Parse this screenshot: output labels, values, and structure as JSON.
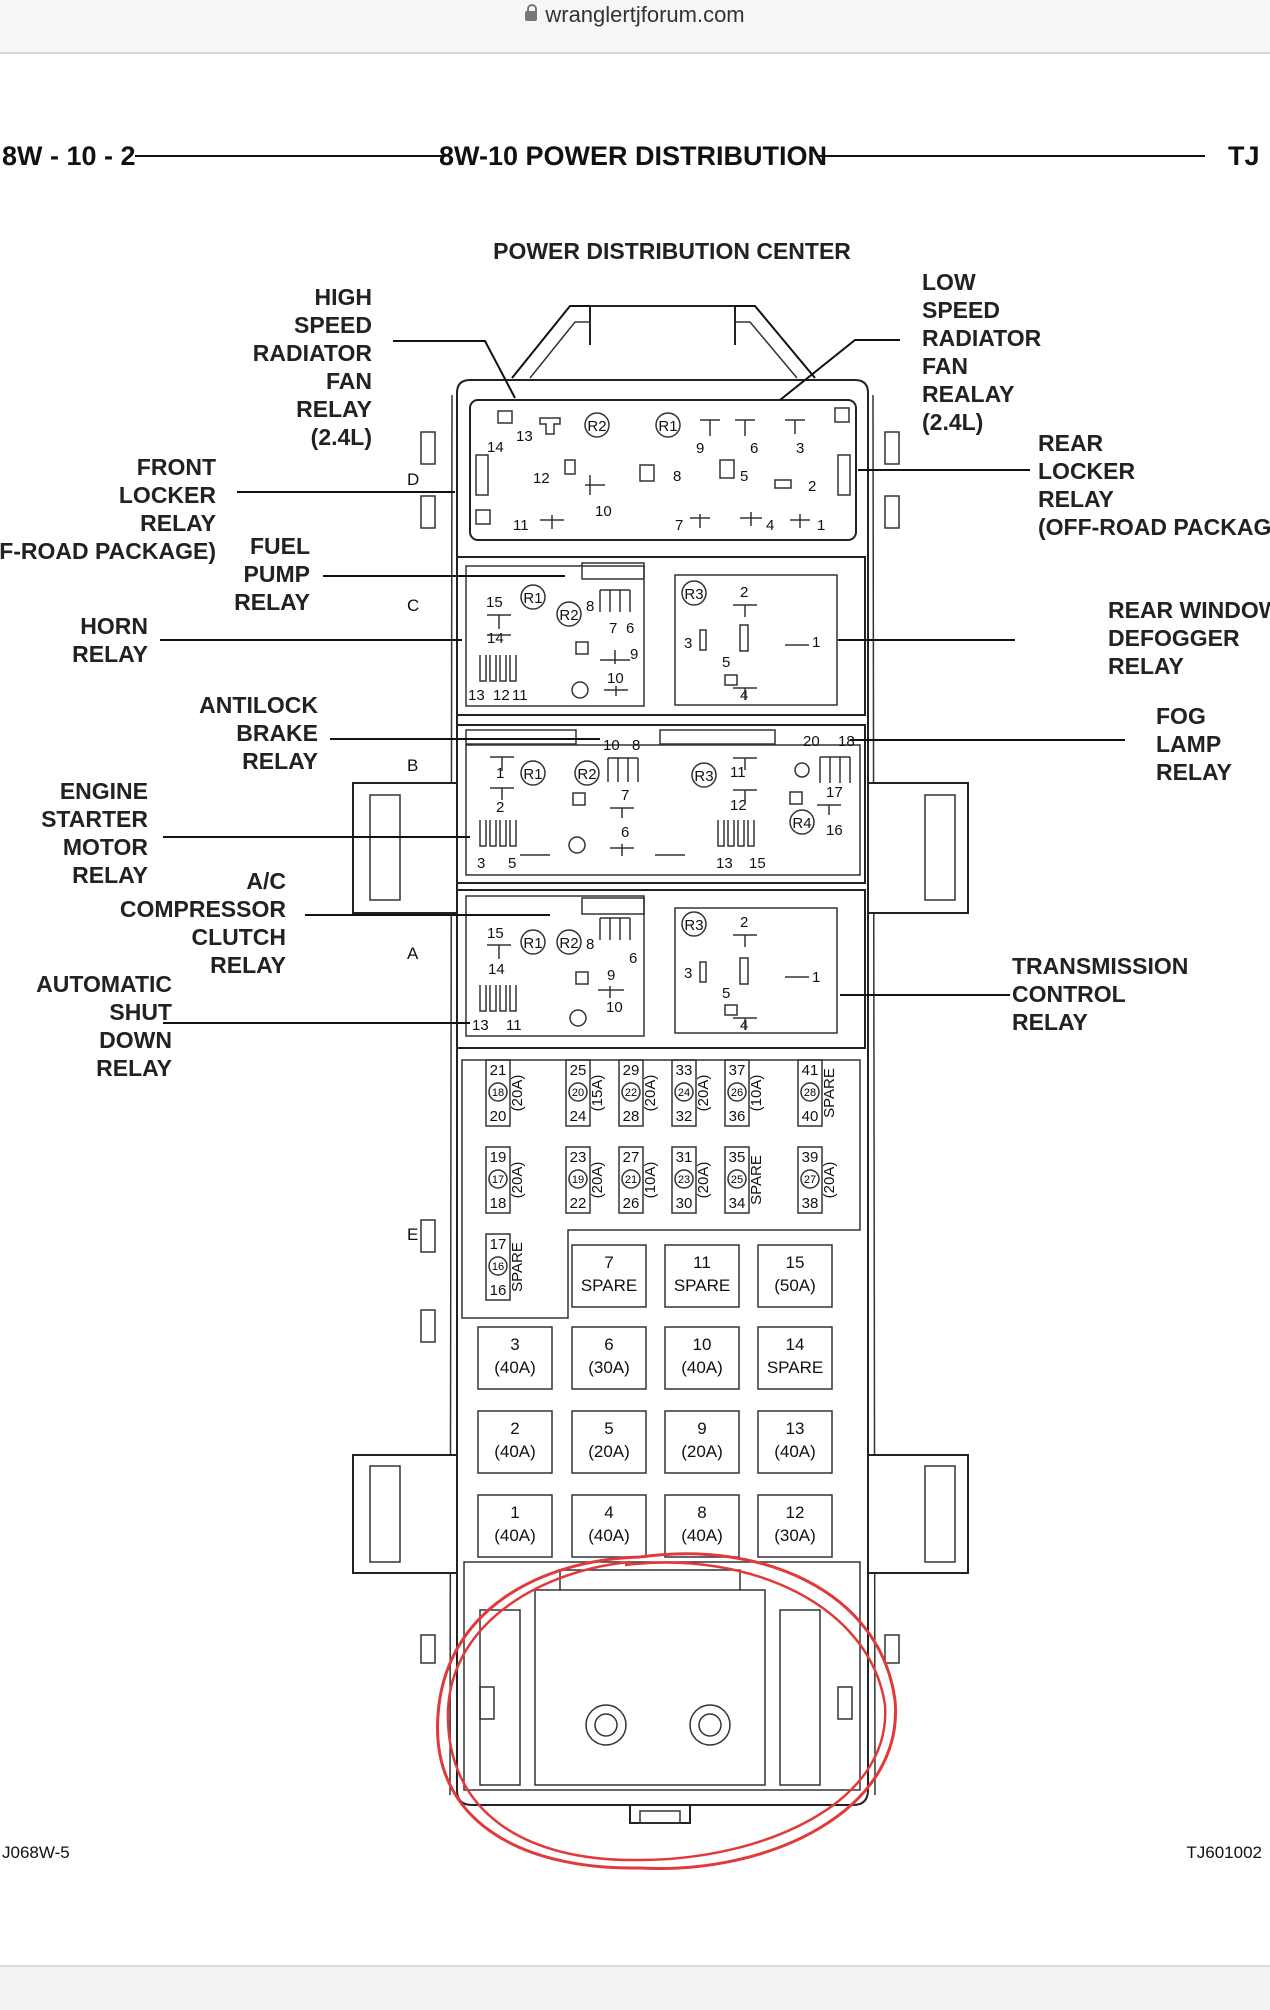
{
  "browser": {
    "url": "wranglertjforum.com"
  },
  "header": {
    "left": "8W - 10 - 2",
    "center": "8W-10 POWER DISTRIBUTION",
    "right": "TJ"
  },
  "diagram": {
    "title": "POWER DISTRIBUTION CENTER",
    "row_labels": [
      "D",
      "C",
      "B",
      "A",
      "E"
    ],
    "callouts": {
      "high_speed_fan": [
        "HIGH",
        "SPEED",
        "RADIATOR",
        "FAN",
        "RELAY",
        "(2.4L)"
      ],
      "low_speed_fan": [
        "LOW",
        "SPEED",
        "RADIATOR",
        "FAN",
        "REALAY",
        "(2.4L)"
      ],
      "front_locker": [
        "FRONT",
        "LOCKER",
        "RELAY",
        "(OFF-ROAD PACKAGE)"
      ],
      "rear_locker": [
        "REAR",
        "LOCKER",
        "RELAY",
        "(OFF-ROAD PACKAGE)"
      ],
      "fuel_pump": [
        "FUEL",
        "PUMP",
        "RELAY"
      ],
      "horn": [
        "HORN",
        "RELAY"
      ],
      "rear_window": [
        "REAR WINDOW",
        "DEFOGGER",
        "RELAY"
      ],
      "antilock": [
        "ANTILOCK",
        "BRAKE",
        "RELAY"
      ],
      "fog_lamp": [
        "FOG",
        "LAMP",
        "RELAY"
      ],
      "starter": [
        "ENGINE",
        "STARTER",
        "MOTOR",
        "RELAY"
      ],
      "ac_clutch": [
        "A/C",
        "COMPRESSOR",
        "CLUTCH",
        "RELAY"
      ],
      "asd": [
        "AUTOMATIC",
        "SHUT",
        "DOWN",
        "RELAY"
      ],
      "transmission": [
        "TRANSMISSION",
        "CONTROL",
        "RELAY"
      ]
    },
    "relay_pins": {
      "d": [
        "14",
        "13",
        "R2",
        "R1",
        "9",
        "6",
        "3",
        "12",
        "10",
        "8",
        "5",
        "2",
        "11",
        "7",
        "4",
        "1"
      ],
      "c": [
        "15",
        "R1",
        "R2",
        "8",
        "7",
        "6",
        "14",
        "9",
        "10",
        "13",
        "12",
        "11",
        "R3",
        "2",
        "3",
        "5",
        "1",
        "4"
      ],
      "b": [
        "10",
        "8",
        "20",
        "18",
        "1",
        "R1",
        "R2",
        "R3",
        "11",
        "2",
        "7",
        "12",
        "17",
        "R4",
        "16",
        "6",
        "3",
        "5",
        "13",
        "15"
      ],
      "a": [
        "15",
        "R1",
        "R2",
        "8",
        "6",
        "14",
        "9",
        "10",
        "13",
        "11",
        "R3",
        "2",
        "3",
        "5",
        "1",
        "4"
      ]
    },
    "mini_fuses": [
      {
        "top": "21",
        "circle": "18",
        "bottom": "20",
        "rating": "(20A)"
      },
      {
        "top": "25",
        "circle": "20",
        "bottom": "24",
        "rating": "(15A)"
      },
      {
        "top": "29",
        "circle": "22",
        "bottom": "28",
        "rating": "(20A)"
      },
      {
        "top": "33",
        "circle": "24",
        "bottom": "32",
        "rating": "(20A)"
      },
      {
        "top": "37",
        "circle": "26",
        "bottom": "36",
        "rating": "(10A)"
      },
      {
        "top": "41",
        "circle": "28",
        "bottom": "40",
        "rating": "SPARE"
      },
      {
        "top": "19",
        "circle": "17",
        "bottom": "18",
        "rating": "(20A)"
      },
      {
        "top": "23",
        "circle": "19",
        "bottom": "22",
        "rating": "(20A)"
      },
      {
        "top": "27",
        "circle": "21",
        "bottom": "26",
        "rating": "(10A)"
      },
      {
        "top": "31",
        "circle": "23",
        "bottom": "30",
        "rating": "(20A)"
      },
      {
        "top": "35",
        "circle": "25",
        "bottom": "34",
        "rating": "SPARE"
      },
      {
        "top": "39",
        "circle": "27",
        "bottom": "38",
        "rating": "(20A)"
      },
      {
        "top": "17",
        "circle": "16",
        "bottom": "16",
        "rating": "SPARE"
      }
    ],
    "maxi_fuses": [
      {
        "num": "7",
        "rating": "SPARE"
      },
      {
        "num": "11",
        "rating": "SPARE"
      },
      {
        "num": "15",
        "rating": "(50A)"
      },
      {
        "num": "3",
        "rating": "(40A)"
      },
      {
        "num": "6",
        "rating": "(30A)"
      },
      {
        "num": "10",
        "rating": "(40A)"
      },
      {
        "num": "14",
        "rating": "SPARE"
      },
      {
        "num": "2",
        "rating": "(40A)"
      },
      {
        "num": "5",
        "rating": "(20A)"
      },
      {
        "num": "9",
        "rating": "(20A)"
      },
      {
        "num": "13",
        "rating": "(40A)"
      },
      {
        "num": "1",
        "rating": "(40A)"
      },
      {
        "num": "4",
        "rating": "(40A)"
      },
      {
        "num": "8",
        "rating": "(40A)"
      },
      {
        "num": "12",
        "rating": "(30A)"
      }
    ],
    "footer_left": "J068W-5",
    "footer_right": "TJ601002",
    "highlight_color": "#e03a3a"
  }
}
